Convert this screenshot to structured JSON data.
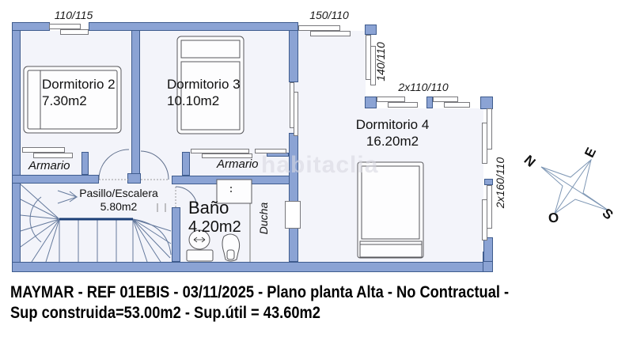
{
  "plan": {
    "watermark": "habitaclia",
    "rooms": {
      "dorm2": {
        "name": "Dormitorio 2",
        "area": "7.30m2"
      },
      "dorm3": {
        "name": "Dormitorio 3",
        "area": "10.10m2"
      },
      "dorm4": {
        "name": "Dormitorio 4",
        "area": "16.20m2"
      },
      "pasillo": {
        "name": "Pasillo/Escalera",
        "area": "5.80m2"
      },
      "bano": {
        "name": "Baño",
        "area": "4.20m2"
      },
      "ducha": {
        "name": "Ducha"
      },
      "armario_izq": {
        "name": "Armario"
      },
      "armario_der": {
        "name": "Armario"
      }
    },
    "window_dimensions": {
      "top_left": "110/115",
      "top_mid": "150/110",
      "side_upper": "140/110",
      "top_right": "2x110/110",
      "right": "2x160/110"
    },
    "compass": {
      "north": "N",
      "east": "E",
      "south": "S",
      "west": "O"
    }
  },
  "caption": {
    "line1": "MAYMAR - REF 01EBIS - 03/11/2025 - Plano planta Alta  - No Contractual -",
    "line2": "Sup construida=53.00m2 - Sup.útil = 43.60m2"
  },
  "colors": {
    "wall": "#8ba3d4",
    "wall_border": "#3f5c8e",
    "floor": "#f3f4fa"
  }
}
